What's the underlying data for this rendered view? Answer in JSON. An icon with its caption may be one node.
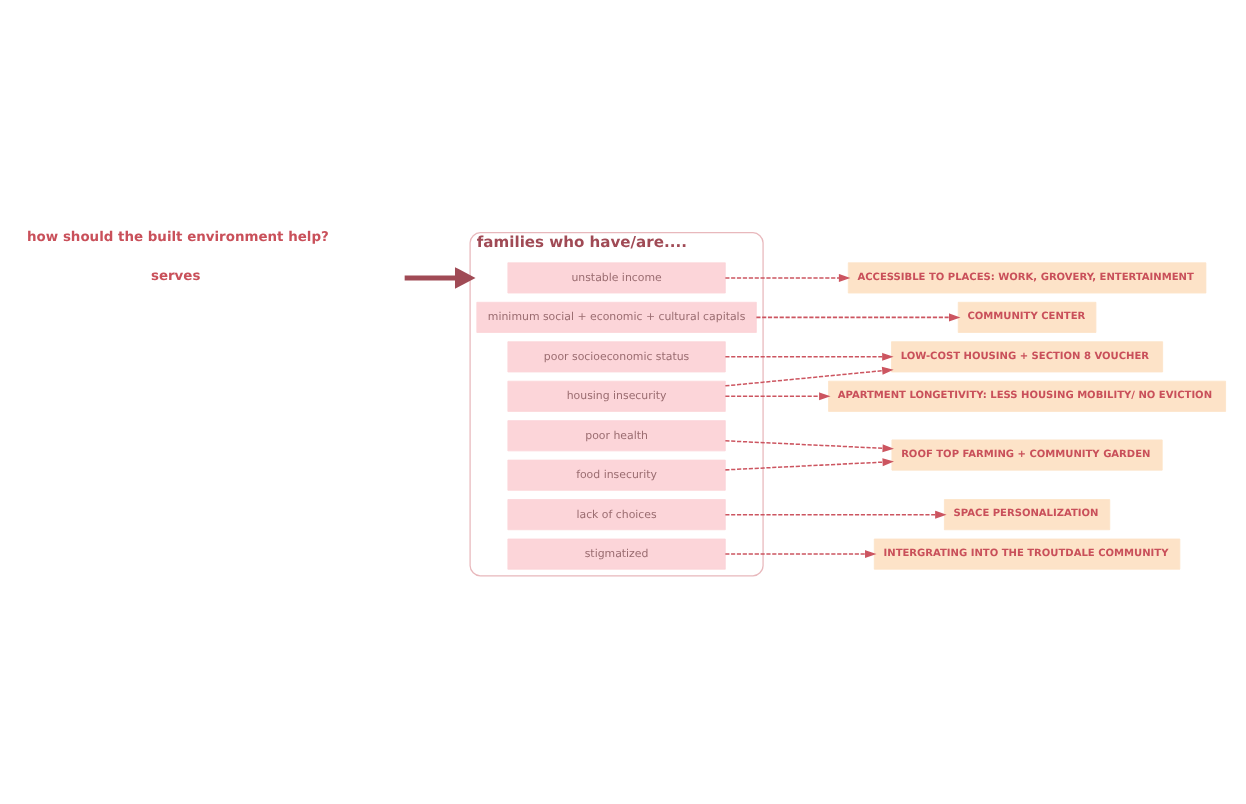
{
  "diagram": {
    "nodes": [
      {
        "text": [
          "families who have/are...."
        ]
      },
      {
        "text": [
          "unstable income"
        ],
        "in": 0
      },
      {
        "text": [
          "poor socioeconomic status"
        ],
        "in": 0
      },
      {
        "text": [
          "minimum social + economic + cultural capitals"
        ],
        "in": 0
      },
      {
        "text": [
          "food insecurity"
        ],
        "in": 0
      },
      {
        "text": [
          "housing insecurity"
        ],
        "in": 0
      },
      {
        "text": [
          "lack of choices"
        ],
        "in": 0
      },
      {
        "text": [
          "poor health"
        ],
        "in": 0
      },
      {
        "text": [
          "stigmatized"
        ],
        "in": 0
      },
      {
        "text": [
          "LOW-COST HOUSING + SECTION 8 VOUCHER"
        ]
      },
      {
        "text": [
          "ACCESSIBLE TO PLACES: WORK, GROVERY, ENTERTAINMENT"
        ]
      },
      {
        "text": [
          "ROOF TOP FARMING + COMMUNITY GARDEN"
        ]
      },
      {
        "text": [
          "COMMUNITY CENTER"
        ]
      },
      {
        "text": [
          "INTERGRATING INTO THE TROUTDALE COMMUNITY"
        ]
      },
      {
        "text": [
          "APARTMENT LONGETIVITY: LESS HOUSING MOBILITY/ NO EVICTION"
        ]
      },
      {
        "text": [
          "SPACE PERSONALIZATION"
        ]
      }
    ],
    "edges": [
      {
        "from": null,
        "to": 0,
        "arrow": "to",
        "style": "thick",
        "color": "#a04a55"
      },
      {
        "from": 1,
        "to": 10,
        "arrow": "to",
        "style": "dashed"
      },
      {
        "from": 2,
        "to": 9,
        "arrow": "to",
        "style": "dashed"
      },
      {
        "from": 3,
        "to": 12,
        "arrow": "to",
        "style": "dashed"
      },
      {
        "from": 4,
        "to": 11,
        "arrow": "to",
        "style": "dashed"
      },
      {
        "from": 5,
        "to": 9,
        "arrow": "to",
        "style": "dashed"
      },
      {
        "from": 5,
        "to": 14,
        "arrow": "to",
        "style": "dashed"
      },
      {
        "from": 6,
        "to": 15,
        "arrow": "to",
        "style": "dashed"
      },
      {
        "from": 7,
        "to": 11,
        "arrow": "to",
        "style": "dashed"
      },
      {
        "from": 8,
        "to": 13,
        "arrow": "to",
        "style": "dashed"
      }
    ],
    "labels": [
      "serves",
      "how should the built environment help?"
    ]
  }
}
